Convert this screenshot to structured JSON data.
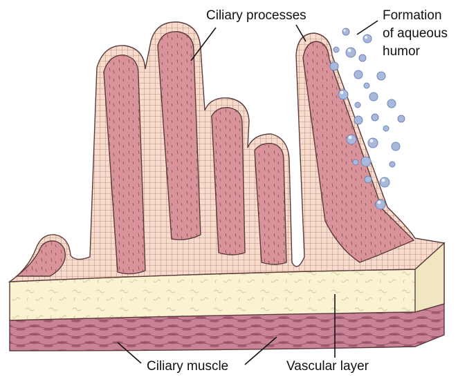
{
  "labels": {
    "ciliary_processes": "Ciliary processes",
    "formation_line1": "Formation",
    "formation_line2": "of aqueous",
    "formation_line3": "humor",
    "ciliary_muscle": "Ciliary muscle",
    "vascular_layer": "Vascular layer"
  },
  "colors": {
    "process_fill": "#d9939a",
    "process_stroke": "#8a4a52",
    "epithelium": "#f7dccd",
    "stroma": "#faf3d2",
    "muscle": "#c47a8c",
    "muscle_dark": "#a45a72",
    "droplet": "#a9b9dc",
    "droplet_highlight": "#eef2fb"
  },
  "icons": {
    "droplets": "aqueous-humor-droplet-icon"
  }
}
